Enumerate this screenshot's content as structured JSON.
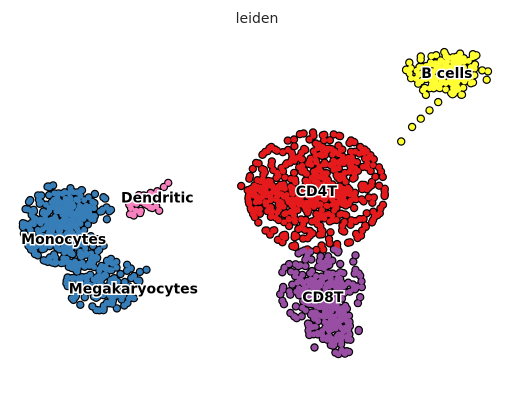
{
  "title": "leiden",
  "chart_data": {
    "type": "scatter",
    "title": "leiden",
    "xlabel": "",
    "ylabel": "",
    "xlim": [
      -9,
      13
    ],
    "ylim": [
      -7.5,
      9.5
    ],
    "grid": false,
    "axes_visible": false,
    "legend": "on data",
    "point_edge_color": "#000000",
    "clusters": [
      {
        "name": "B cells",
        "color": "#ffff33",
        "blobs": [
          {
            "cx": 10.7,
            "cy": 7.9,
            "sx": 0.9,
            "sy": 0.6,
            "n": 160
          }
        ],
        "tail": [
          [
            10.3,
            6.5
          ],
          [
            9.9,
            6.1
          ],
          [
            9.5,
            5.7
          ],
          [
            9.1,
            5.3
          ],
          [
            8.6,
            4.6
          ]
        ],
        "label_pos": [
          10.7,
          7.9
        ]
      },
      {
        "name": "CD4T",
        "color": "#e41a1c",
        "blobs": [
          {
            "cx": 4.7,
            "cy": 2.2,
            "sx": 1.5,
            "sy": 1.35,
            "n": 520
          },
          {
            "cx": 2.2,
            "cy": 2.0,
            "sx": 0.5,
            "sy": 0.5,
            "n": 40
          }
        ],
        "tail": [],
        "label_pos": [
          4.7,
          2.2
        ]
      },
      {
        "name": "CD8T",
        "color": "#984ea3",
        "blobs": [
          {
            "cx": 4.9,
            "cy": -2.4,
            "sx": 0.9,
            "sy": 0.9,
            "n": 200
          },
          {
            "cx": 5.5,
            "cy": -4.4,
            "sx": 0.55,
            "sy": 0.7,
            "n": 120
          }
        ],
        "tail": [
          [
            6.5,
            -1.6
          ],
          [
            6.4,
            -1.2
          ],
          [
            6.5,
            -0.9
          ]
        ],
        "label_pos": [
          5.0,
          -2.9
        ]
      },
      {
        "name": "Monocytes",
        "color": "#377eb8",
        "blobs": [
          {
            "cx": -7.2,
            "cy": 0.6,
            "sx": 0.75,
            "sy": 0.9,
            "n": 260
          },
          {
            "cx": -6.2,
            "cy": 1.3,
            "sx": 0.7,
            "sy": 0.45,
            "n": 80
          }
        ],
        "tail": [],
        "label_pos": [
          -6.9,
          -0.1
        ]
      },
      {
        "name": "Megakaryocytes",
        "color": "#377eb8",
        "blobs": [
          {
            "cx": -5.1,
            "cy": -2.3,
            "sx": 0.8,
            "sy": 0.6,
            "n": 150
          },
          {
            "cx": -5.9,
            "cy": -1.2,
            "sx": 0.5,
            "sy": 0.6,
            "n": 60
          }
        ],
        "tail": [
          [
            -3.4,
            -1.7
          ],
          [
            -3.1,
            -1.6
          ],
          [
            -3.8,
            -2.0
          ]
        ],
        "label_pos": [
          -3.7,
          -2.5
        ]
      },
      {
        "name": "Dendritic",
        "color": "#f781bf",
        "blobs": [
          {
            "cx": -3.3,
            "cy": 1.6,
            "sx": 0.45,
            "sy": 0.3,
            "n": 30
          }
        ],
        "tail": [
          [
            -2.1,
            2.6
          ],
          [
            -2.3,
            2.4
          ],
          [
            -2.6,
            2.2
          ],
          [
            -2.9,
            1.9
          ]
        ],
        "label_pos": [
          -2.6,
          1.9
        ]
      }
    ]
  }
}
